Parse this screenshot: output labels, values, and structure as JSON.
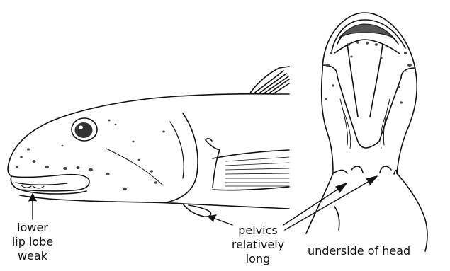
{
  "labels": {
    "lower_lip": [
      "lower",
      "lip lobe",
      "weak"
    ],
    "pelvics": [
      "pelvics",
      "relatively",
      "long"
    ],
    "underside": "underside of head"
  }
}
